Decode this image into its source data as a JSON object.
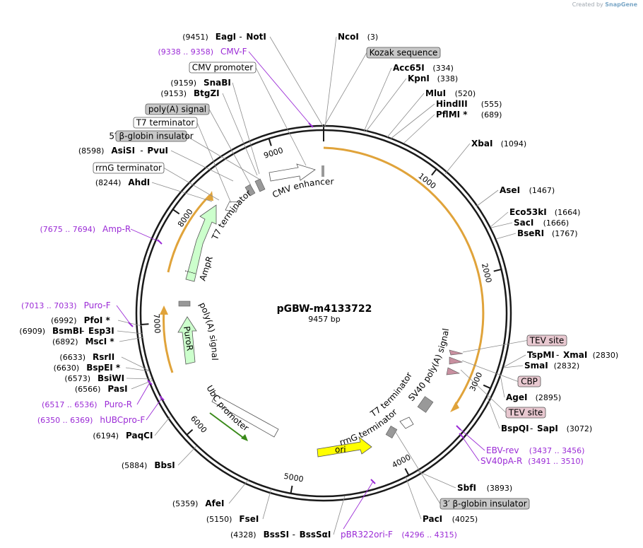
{
  "watermark": {
    "created_by": "Created by",
    "brand": "SnapGene"
  },
  "plasmid": {
    "name": "pGBW-m4133722",
    "length_label": "9457 bp",
    "length": 9457
  },
  "ticks": [
    "1000",
    "2000",
    "3000",
    "4000",
    "5000",
    "6000",
    "7000",
    "8000",
    "9000"
  ],
  "sites": [
    {
      "pos": "(9451)",
      "names": [
        "EagI",
        "NotI"
      ],
      "side": "left"
    },
    {
      "pos": "(3)",
      "names": [
        "NcoI"
      ],
      "side": "right"
    },
    {
      "pos": "(334)",
      "names": [
        "Acc65I"
      ],
      "side": "right"
    },
    {
      "pos": "(338)",
      "names": [
        "KpnI"
      ],
      "side": "right"
    },
    {
      "pos": "(520)",
      "names": [
        "MluI"
      ],
      "side": "right"
    },
    {
      "pos": "(555)",
      "names": [
        "HindIII"
      ],
      "side": "right"
    },
    {
      "pos": "(689)",
      "names": [
        "PflMI *"
      ],
      "side": "right"
    },
    {
      "pos": "(1094)",
      "names": [
        "XbaI"
      ],
      "side": "right"
    },
    {
      "pos": "(1467)",
      "names": [
        "AseI"
      ],
      "side": "right"
    },
    {
      "pos": "(1664)",
      "names": [
        "Eco53kI"
      ],
      "side": "right"
    },
    {
      "pos": "(1666)",
      "names": [
        "SacI"
      ],
      "side": "right"
    },
    {
      "pos": "(1767)",
      "names": [
        "BseRI"
      ],
      "side": "right"
    },
    {
      "pos": "(2830)",
      "names": [
        "TspMI",
        "XmaI"
      ],
      "side": "right"
    },
    {
      "pos": "(2832)",
      "names": [
        "SmaI"
      ],
      "side": "right"
    },
    {
      "pos": "(2895)",
      "names": [
        "AgeI"
      ],
      "side": "right"
    },
    {
      "pos": "(3072)",
      "names": [
        "BspQI",
        "SapI"
      ],
      "side": "right"
    },
    {
      "pos": "(3893)",
      "names": [
        "SbfI"
      ],
      "side": "right"
    },
    {
      "pos": "(4025)",
      "names": [
        "PacI"
      ],
      "side": "right"
    },
    {
      "pos": "(4328)",
      "names": [
        "BssSI",
        "BssSαI"
      ],
      "side": "left"
    },
    {
      "pos": "(5150)",
      "names": [
        "FseI"
      ],
      "side": "left"
    },
    {
      "pos": "(5359)",
      "names": [
        "AfeI"
      ],
      "side": "left"
    },
    {
      "pos": "(5884)",
      "names": [
        "BbsI"
      ],
      "side": "left"
    },
    {
      "pos": "(6194)",
      "names": [
        "PaqCI"
      ],
      "side": "left"
    },
    {
      "pos": "(6566)",
      "names": [
        "PasI"
      ],
      "side": "left"
    },
    {
      "pos": "(6573)",
      "names": [
        "BsiWI"
      ],
      "side": "left"
    },
    {
      "pos": "(6630)",
      "names": [
        "BspEI *"
      ],
      "side": "left"
    },
    {
      "pos": "(6633)",
      "names": [
        "RsrII"
      ],
      "side": "left"
    },
    {
      "pos": "(6892)",
      "names": [
        "MscI *"
      ],
      "side": "left"
    },
    {
      "pos": "(6909)",
      "names": [
        "BsmBI",
        "Esp3I"
      ],
      "side": "left"
    },
    {
      "pos": "(6992)",
      "names": [
        "PfoI *"
      ],
      "side": "left"
    },
    {
      "pos": "(8244)",
      "names": [
        "AhdI"
      ],
      "side": "left"
    },
    {
      "pos": "(8598)",
      "names": [
        "AsiSI",
        "PvuI"
      ],
      "side": "left"
    },
    {
      "pos": "(9153)",
      "names": [
        "BtgZI"
      ],
      "side": "left"
    },
    {
      "pos": "(9159)",
      "names": [
        "SnaBI"
      ],
      "side": "left"
    }
  ],
  "primers": [
    {
      "name": "CMV-F",
      "range": "(9338 .. 9358)"
    },
    {
      "name": "Amp-R",
      "range": "(7675 .. 7694)"
    },
    {
      "name": "Puro-F",
      "range": "(7013 .. 7033)"
    },
    {
      "name": "Puro-R",
      "range": "(6517 .. 6536)"
    },
    {
      "name": "hUBCpro-F",
      "range": "(6350 .. 6369)"
    },
    {
      "name": "EBV-rev",
      "range": "(3437 .. 3456)"
    },
    {
      "name": "SV40pA-R",
      "range": "(3491 .. 3510)"
    },
    {
      "name": "pBR322ori-F",
      "range": "(4296 .. 4315)"
    }
  ],
  "boxed_labels": [
    {
      "text": "Kozak sequence",
      "style": "gray"
    },
    {
      "text": "CMV promoter",
      "style": "white"
    },
    {
      "text": "poly(A) signal",
      "style": "gray"
    },
    {
      "text": "T7 terminator",
      "style": "white"
    },
    {
      "text": "5′ β-globin insulator",
      "style": "gray"
    },
    {
      "text": "rrnG terminator",
      "style": "white"
    },
    {
      "text": "TEV site",
      "style": "pink"
    },
    {
      "text": "CBP",
      "style": "pink"
    },
    {
      "text": "TEV site",
      "style": "pink"
    },
    {
      "text": "3′ β-globin insulator",
      "style": "gray"
    }
  ],
  "features": {
    "cmv_enhancer": "CMV enhancer",
    "t7_terminator_top": "T7 terminator",
    "ampr": "AmpR",
    "puror": "PuroR",
    "polya_signal": "poly(A) signal",
    "ubc_promoter": "UbC promoter",
    "ori": "ori",
    "rrng_terminator": "rrnG terminator",
    "t7_terminator_bottom": "T7 terminator",
    "sv40_polya": "SV40 poly(A) signal"
  },
  "colors": {
    "backbone": "#1a1a1a",
    "orf": "#e0a33a",
    "ampr_fill": "#ccffcc",
    "puror_fill": "#ccffcc",
    "ubc_arrow": "#3a8a1a",
    "ori_fill": "#ffff00",
    "primer": "#9b2bd6",
    "gray_box": "#c8c8c8",
    "pink_box": "#e8c8d0"
  }
}
